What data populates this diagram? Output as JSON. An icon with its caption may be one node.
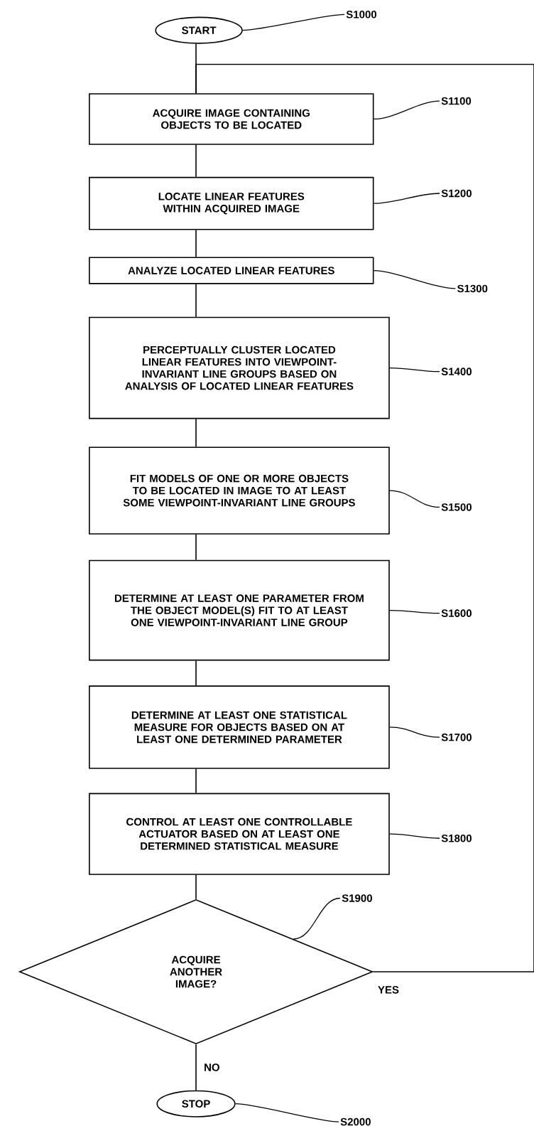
{
  "diagram": {
    "nodes": [
      {
        "text": [
          "START"
        ]
      },
      {
        "text": [
          "ACQUIRE IMAGE CONTAINING OBJECTS TO BE LOCATED"
        ]
      },
      {
        "text": [
          "LOCATE LINEAR FEATURES WITHIN ACQUIRED IMAGE"
        ]
      },
      {
        "text": [
          "ANALYZE LOCATED LINEAR FEATURES"
        ]
      },
      {
        "text": [
          "PERCEPTUALLY CLUSTER LOCATED LINEAR FEATURES INTO VIEWPOINT-INVARIANT LINE GROUPS BASED ON ANALYSIS OF LOCATED LINEAR FEATURES"
        ]
      },
      {
        "text": [
          "FIT MODELS OF ONE OR MORE OBJECTS TO BE LOCATED IN IMAGE TO AT LEAST SOME VIEWPOINT-INVARIANT LINE GROUPS"
        ]
      },
      {
        "text": [
          "DETERMINE AT LEAST ONE PARAMETER FROM THE OBJECT MODEL(S) FIT TO AT LEAST ONE VIEWPOINT-INVARIANT LINE GROUP"
        ]
      },
      {
        "text": [
          "DETERMINE AT LEAST ONE STATISTICAL MEASURE FOR OBJECTS BASED ON AT LEAST ONE DETERMINED PARAMETER"
        ]
      },
      {
        "text": [
          "CONTROL AT LEAST ONE CONTROLLABLE ACTUATOR BASED ON AT LEAST ONE DETERMINED STATISTICAL MEASURE"
        ]
      },
      {
        "text": [
          "ACQUIRE ANOTHER IMAGE?"
        ]
      },
      {
        "text": [
          "STOP"
        ]
      },
      {
        "text": [
          "S1000"
        ]
      },
      {
        "text": [
          "S1100"
        ]
      },
      {
        "text": [
          "S1200"
        ]
      },
      {
        "text": [
          "S1300"
        ]
      },
      {
        "text": [
          "S1400"
        ]
      },
      {
        "text": [
          "S1500"
        ]
      },
      {
        "text": [
          "S1600"
        ]
      },
      {
        "text": [
          "S1700"
        ]
      },
      {
        "text": [
          "S1800"
        ]
      },
      {
        "text": [
          "S1900"
        ]
      },
      {
        "text": [
          "S2000"
        ]
      }
    ],
    "edges": [
      {
        "from": 0,
        "to": 1,
        "arrow": "none"
      },
      {
        "from": 1,
        "to": 2,
        "arrow": "none"
      },
      {
        "from": 2,
        "to": 3,
        "arrow": "none"
      },
      {
        "from": 3,
        "to": 4,
        "arrow": "none"
      },
      {
        "from": 4,
        "to": 5,
        "arrow": "none"
      },
      {
        "from": 5,
        "to": 6,
        "arrow": "none"
      },
      {
        "from": 6,
        "to": 7,
        "arrow": "none"
      },
      {
        "from": 7,
        "to": 8,
        "arrow": "none"
      },
      {
        "from": 8,
        "to": 9,
        "arrow": "none"
      },
      {
        "from": 9,
        "to": 10,
        "arrow": "none",
        "label": "NO"
      },
      {
        "from": 9,
        "to": 1,
        "arrow": "none",
        "label": "YES"
      },
      {
        "from": 11,
        "to": 0,
        "arrow": "none"
      },
      {
        "from": 12,
        "to": 1,
        "arrow": "none"
      },
      {
        "from": 13,
        "to": 2,
        "arrow": "none"
      },
      {
        "from": 14,
        "to": 3,
        "arrow": "none"
      },
      {
        "from": 15,
        "to": 4,
        "arrow": "none"
      },
      {
        "from": 16,
        "to": 5,
        "arrow": "none"
      },
      {
        "from": 17,
        "to": 6,
        "arrow": "none"
      },
      {
        "from": 18,
        "to": 7,
        "arrow": "none"
      },
      {
        "from": 19,
        "to": 8,
        "arrow": "none"
      },
      {
        "from": 20,
        "to": 9,
        "arrow": "none"
      },
      {
        "from": 21,
        "to": 10,
        "arrow": "none"
      }
    ]
  }
}
